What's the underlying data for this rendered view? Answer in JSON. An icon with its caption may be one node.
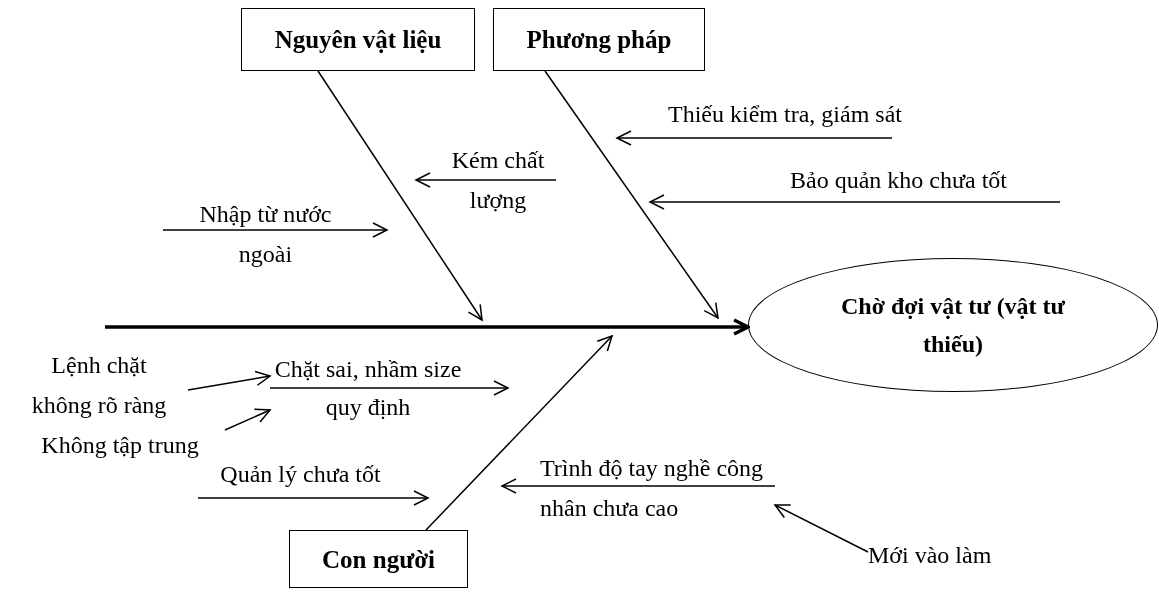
{
  "diagram": {
    "nodes": [
      {
        "text": [
          "Nguyên vật liệu"
        ]
      },
      {
        "text": [
          "Phương  pháp"
        ]
      },
      {
        "text": [
          "Con người"
        ]
      },
      {
        "text": [
          "Chờ đợi vật tư (vật tư thiếu)"
        ]
      },
      {
        "text": [
          "Thiếu kiểm tra, giám sát"
        ]
      },
      {
        "text": [
          "Bảo quản kho chưa tốt"
        ]
      },
      {
        "text": [
          "Kém chất lượng"
        ]
      },
      {
        "text": [
          "Nhập từ nước ngoài"
        ]
      },
      {
        "text": [
          "Chặt sai, nhầm size quy định"
        ]
      },
      {
        "text": [
          "Lệnh chặt không rõ ràng"
        ]
      },
      {
        "text": [
          "Không tập trung"
        ]
      },
      {
        "text": [
          "Quản lý chưa tốt"
        ]
      },
      {
        "text": [
          "Trình độ tay nghề công nhân chưa cao"
        ]
      },
      {
        "text": [
          "Mới vào làm"
        ]
      }
    ],
    "edges": [
      {
        "from": null,
        "to": 3,
        "arrow": "to",
        "style": "thick"
      },
      {
        "from": 0,
        "to": null,
        "arrow": "to"
      },
      {
        "from": 1,
        "to": null,
        "arrow": "to"
      },
      {
        "from": 2,
        "to": null,
        "arrow": "to"
      },
      {
        "from": 4,
        "to": null,
        "arrow": "to"
      },
      {
        "from": 5,
        "to": null,
        "arrow": "to"
      },
      {
        "from": 6,
        "to": null,
        "arrow": "to"
      },
      {
        "from": 7,
        "to": null,
        "arrow": "to"
      },
      {
        "from": 8,
        "to": null,
        "arrow": "to"
      },
      {
        "from": 9,
        "to": 8,
        "arrow": "to"
      },
      {
        "from": 10,
        "to": 8,
        "arrow": "to"
      },
      {
        "from": 11,
        "to": null,
        "arrow": "to"
      },
      {
        "from": 12,
        "to": null,
        "arrow": "to"
      },
      {
        "from": 13,
        "to": 12,
        "arrow": "to"
      }
    ]
  }
}
